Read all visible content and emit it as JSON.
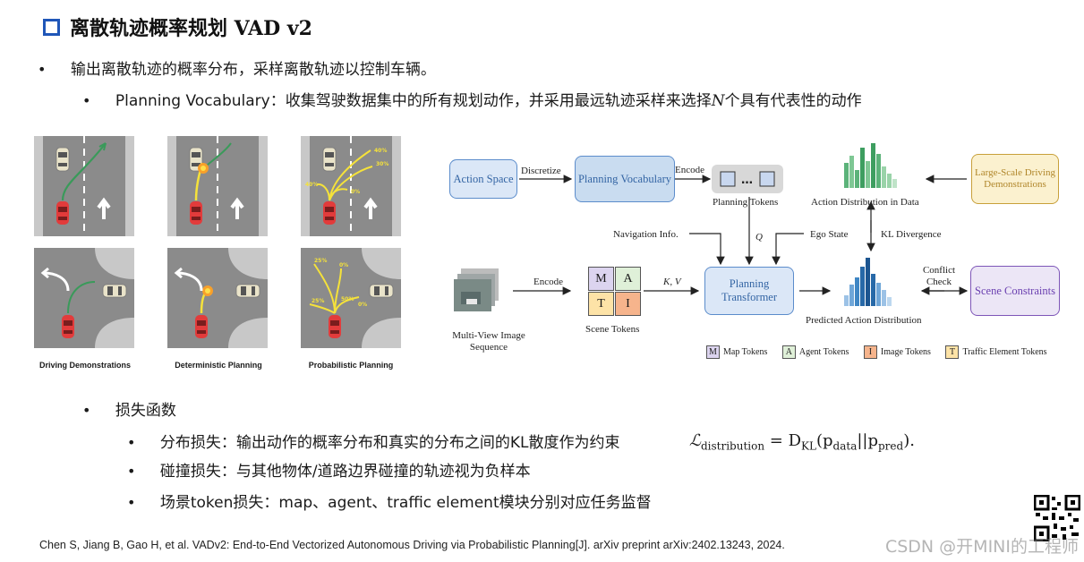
{
  "title": "离散轨迹概率规划 VAD v2",
  "bullets": {
    "b1": "输出离散轨迹的概率分布，采样离散轨迹以控制车辆。",
    "b2_pre": "Planning Vocabulary：收集驾驶数据集中的所有规划动作，并采用最远轨迹采样来选择",
    "b2_var": "N",
    "b2_post": "个具有代表性的动作",
    "b3": "损失函数",
    "b4": "分布损失：输出动作的概率分布和真实的分布之间的KL散度作为约束",
    "b5": "碰撞损失：与其他物体/道路边界碰撞的轨迹视为负样本",
    "b6": "场景token损失：map、agent、traffic element模块分别对应任务监督"
  },
  "formula": {
    "lhs": "ℒ",
    "lhs_sub": "distribution",
    "eq": " = D",
    "kl_sub": "KL",
    "open": "(p",
    "data_sub": "data",
    "mid": "||p",
    "pred_sub": "pred",
    "close": ")."
  },
  "left_figure": {
    "captions": [
      "Driving Demonstrations",
      "Deterministic Planning",
      "Probabilistic Planning"
    ],
    "prob_top": [
      "40%",
      "30%",
      "40%",
      "0%"
    ],
    "prob_bottom": [
      "25%",
      "0%",
      "50%",
      "25%",
      "0%"
    ]
  },
  "diagram": {
    "action_space": "Action Space",
    "discretize": "Discretize",
    "planning_vocab": "Planning Vocabulary",
    "encode1": "Encode",
    "planning_tokens": "Planning Tokens",
    "action_dist": "Action Distribution in Data",
    "large_scale": "Large-Scale Driving Demonstrations",
    "nav_info": "Navigation Info.",
    "q": "Q",
    "ego_state": "Ego State",
    "kl_div": "KL Divergence",
    "multi_view": "Multi-View Image Sequence",
    "encode2": "Encode",
    "scene_tokens": "Scene Tokens",
    "kv": "K, V",
    "planning_transformer": "Planning Transformer",
    "predicted_dist": "Predicted Action Distribution",
    "conflict_check": "Conflict Check",
    "scene_constraints": "Scene Constraints",
    "token_letters": [
      "M",
      "A",
      "T",
      "I"
    ],
    "legend": [
      {
        "letter": "M",
        "label": "Map Tokens",
        "color": "#dcd4ef"
      },
      {
        "letter": "A",
        "label": "Agent Tokens",
        "color": "#dff0d8"
      },
      {
        "letter": "I",
        "label": "Image Tokens",
        "color": "#f6b48c"
      },
      {
        "letter": "T",
        "label": "Traffic Element Tokens",
        "color": "#fde3a7"
      }
    ]
  },
  "reference": "Chen S, Jiang B, Gao H, et al. VADv2: End-to-End Vectorized Autonomous Driving via Probabilistic Planning[J]. arXiv preprint arXiv:2402.13243, 2024.",
  "watermark": "CSDN @开MINI的工程师"
}
